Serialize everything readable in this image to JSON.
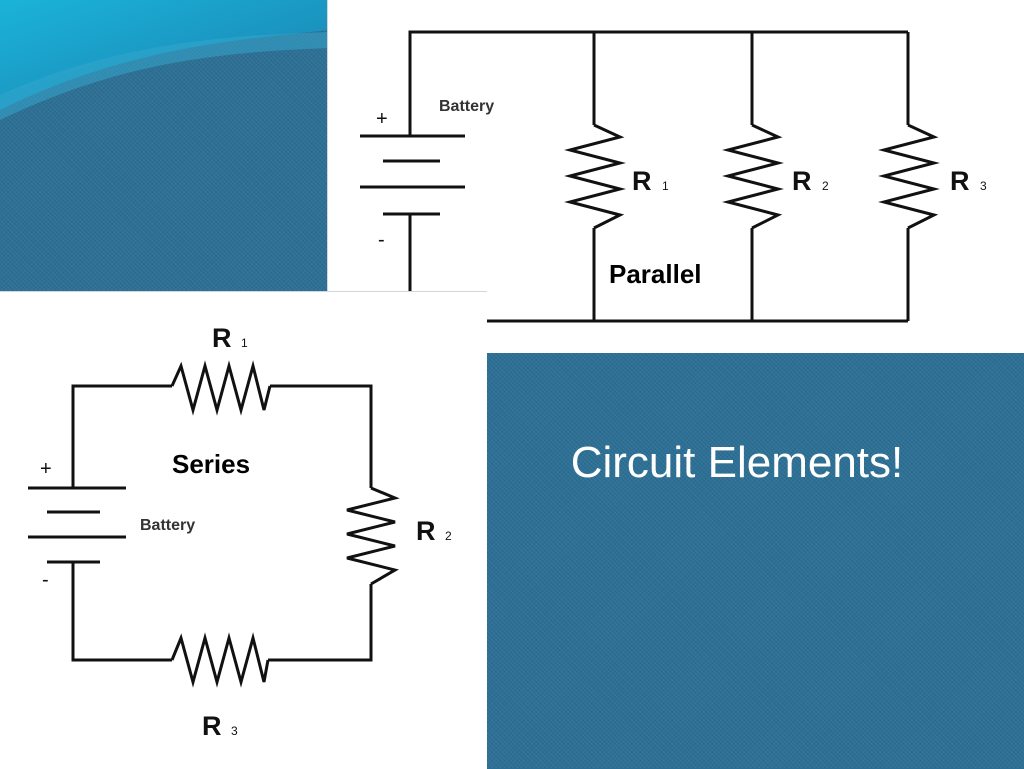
{
  "slide": {
    "title": "Circuit Elements!",
    "background_color": "#2d7095",
    "accent_color": "#1ab0d6"
  },
  "parallel_diagram": {
    "caption": "Parallel",
    "battery": {
      "label": "Battery",
      "positive_sign": "+",
      "negative_sign": "-"
    },
    "resistors": [
      {
        "letter": "R",
        "index": "1"
      },
      {
        "letter": "R",
        "index": "2"
      },
      {
        "letter": "R",
        "index": "3"
      }
    ]
  },
  "series_diagram": {
    "caption": "Series",
    "battery": {
      "label": "Battery",
      "positive_sign": "+",
      "negative_sign": "-"
    },
    "resistors": [
      {
        "letter": "R",
        "index": "1"
      },
      {
        "letter": "R",
        "index": "2"
      },
      {
        "letter": "R",
        "index": "3"
      }
    ]
  }
}
